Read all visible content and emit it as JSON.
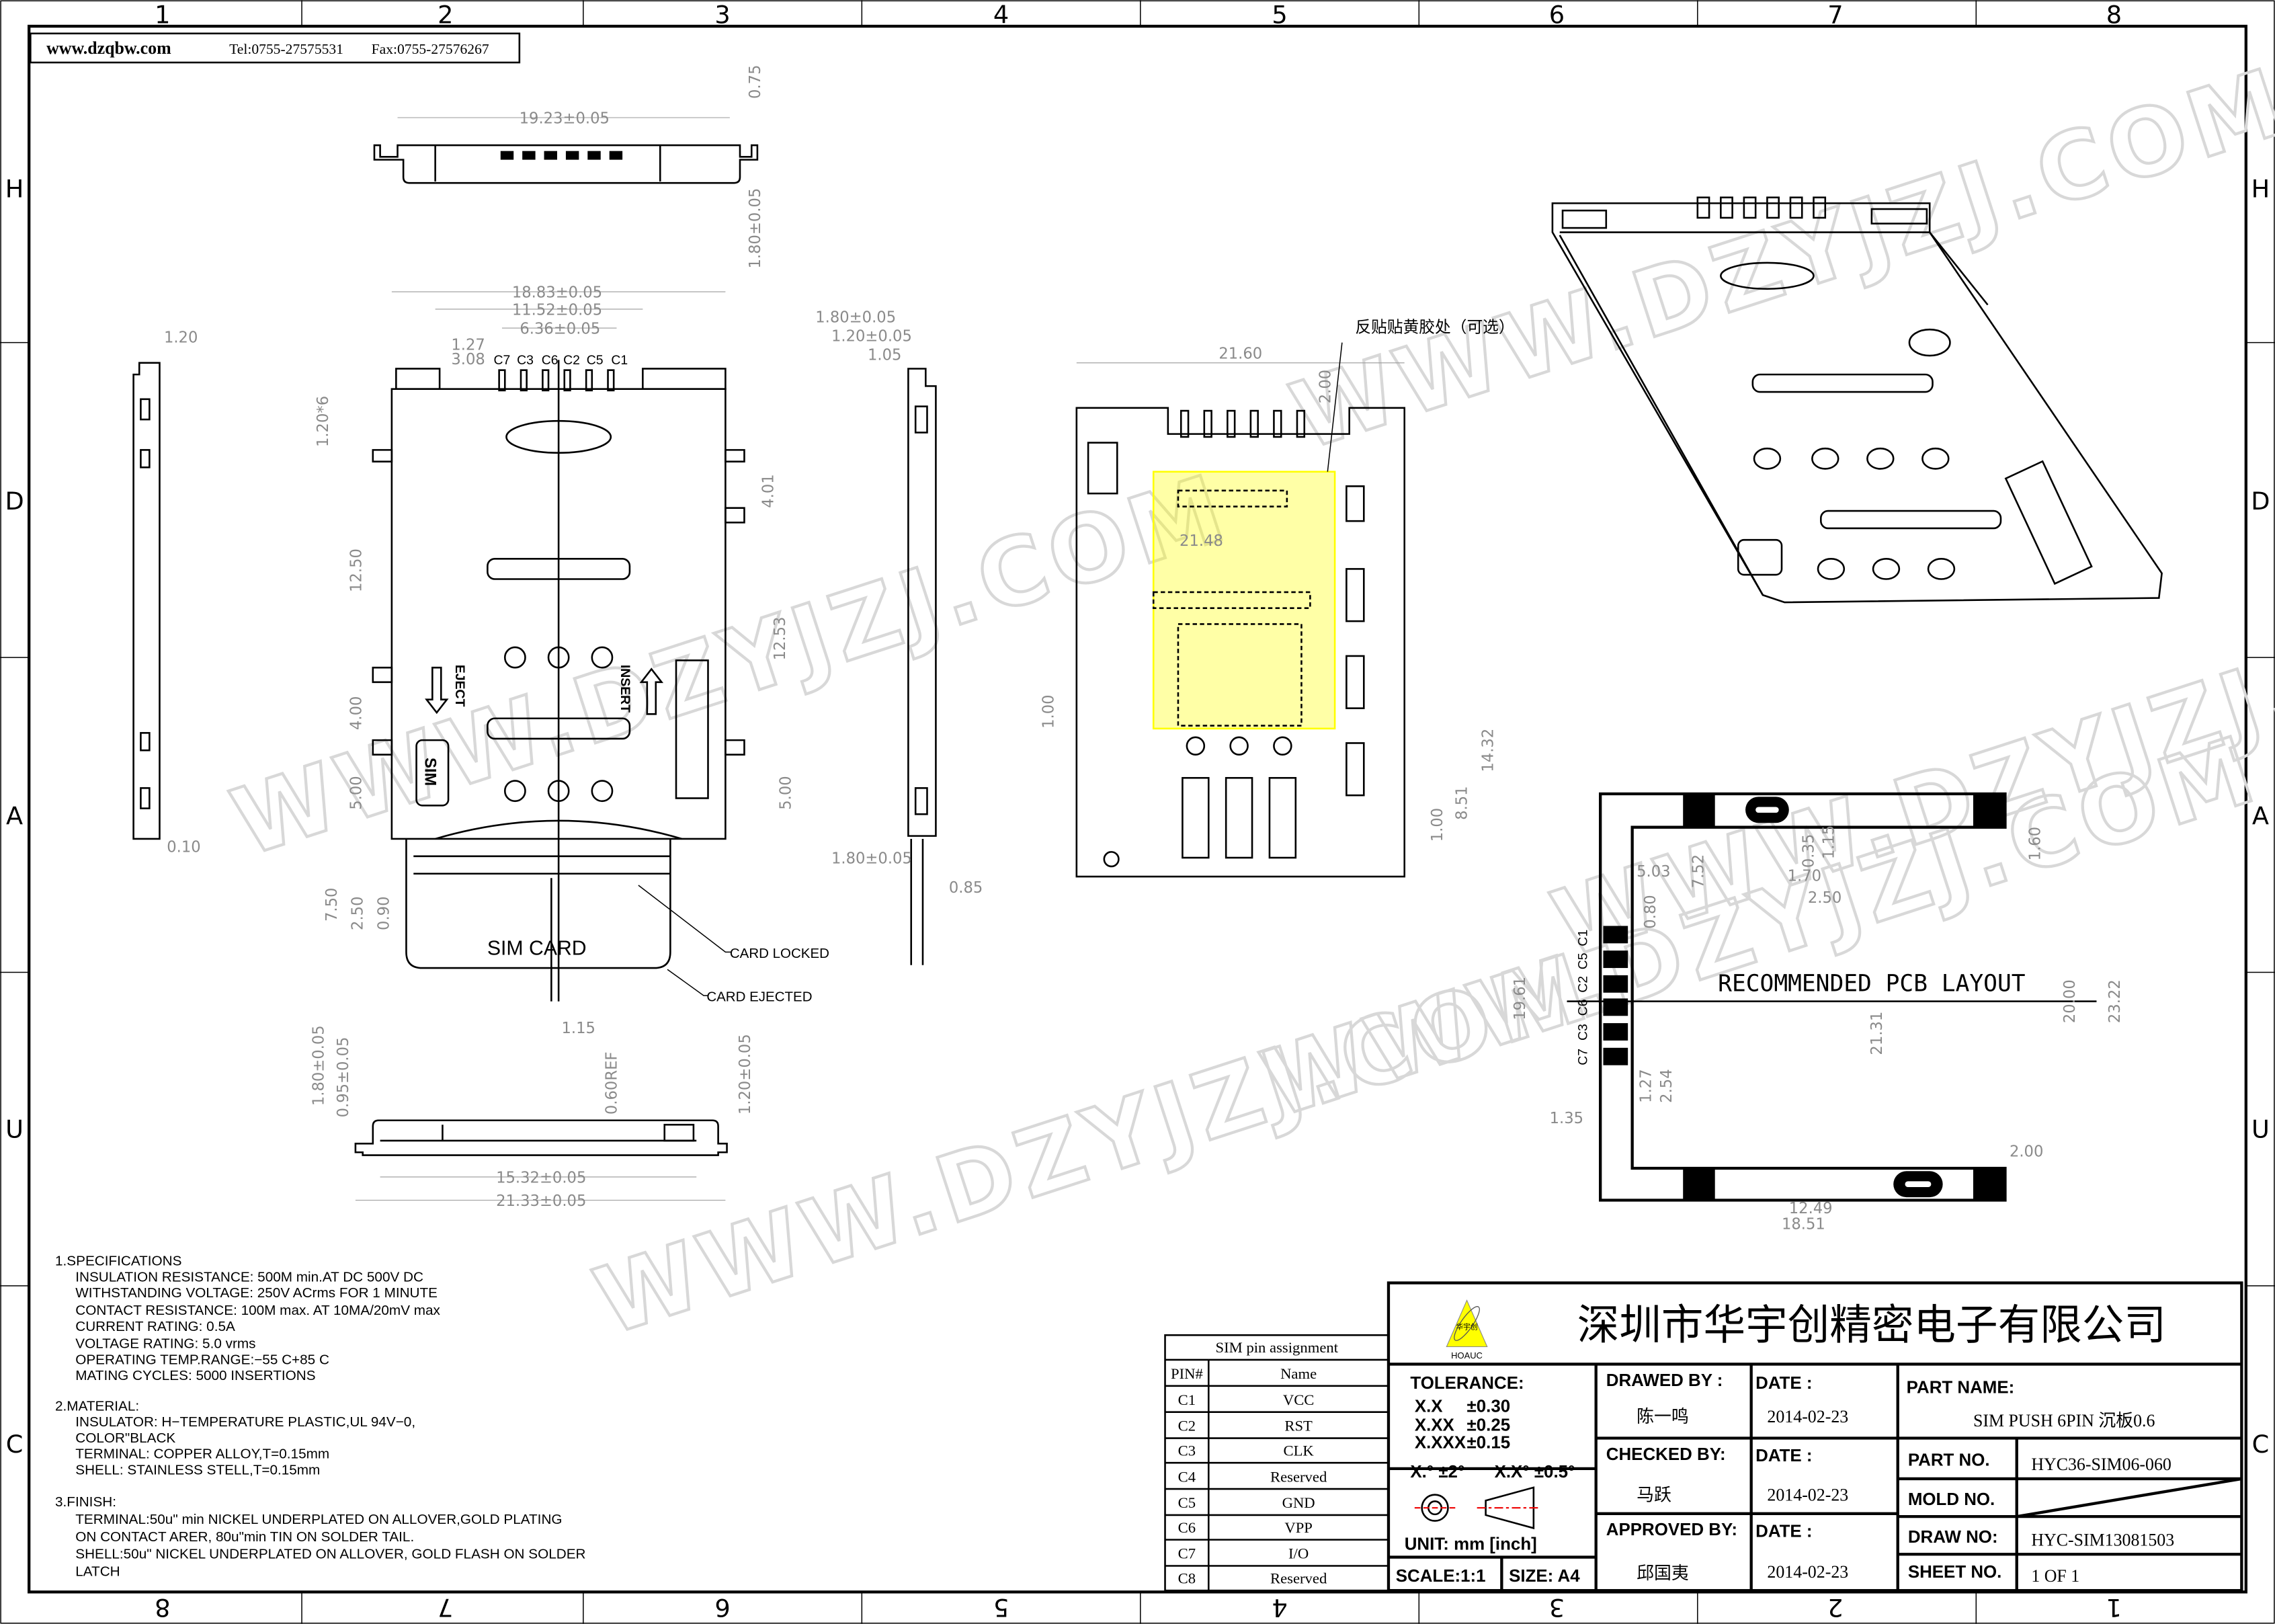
{
  "header": {
    "website": "www.dzqbw.com",
    "tel": "Tel:0755-27575531",
    "fax": "Fax:0755-27576267"
  },
  "frame": {
    "top_numbers": [
      "1",
      "2",
      "3",
      "4",
      "5",
      "6",
      "7",
      "8"
    ],
    "bottom_numbers": [
      "8",
      "7",
      "6",
      "5",
      "4",
      "3",
      "2",
      "1"
    ],
    "row_letters": [
      "H",
      "D",
      "A",
      "U",
      "C"
    ]
  },
  "watermark": "WWW.DZYJZJ.COM",
  "views": {
    "side_top": {
      "width": "19.23±0.05",
      "h1": "0.75",
      "h2": "1.80±0.05"
    },
    "top_view": {
      "w1": "18.83±0.05",
      "w2": "11.52±0.05",
      "w3": "6.36±0.05",
      "pitch": "1.27",
      "offset": "3.08",
      "pins": [
        "C7",
        "C3",
        "C6",
        "C2",
        "C5",
        "C1"
      ],
      "l1": "1.20*6",
      "l2": "12.50",
      "l3": "4.00",
      "l4": "5.00",
      "r1": "4.01",
      "r2": "12.53",
      "r3": "5.00",
      "c1": "7.50",
      "c2": "2.50",
      "c3": "0.90",
      "c4": "1.15",
      "eject": "EJECT",
      "insert": "INSERT",
      "sim": "SIM",
      "sim_card": "SIM CARD",
      "card_locked": "CARD  LOCKED",
      "card_ejected": "CARD  EJECTED"
    },
    "left_side": {
      "w": "1.20",
      "t": "0.10"
    },
    "bottom_side": {
      "h1": "1.80±0.05",
      "h2": "0.95±0.05",
      "ref": "0.60REF",
      "h3": "1.20±0.05",
      "w1": "15.32±0.05",
      "w2": "21.33±0.05"
    },
    "right_side": {
      "d1": "1.80±0.05",
      "d2": "1.20±0.05",
      "d3": "1.05",
      "d4": "1.80±0.05",
      "d5": "0.85"
    },
    "bottom_view": {
      "w": "21.60",
      "h": "2.00",
      "note": "反贴贴黄胶处（可选）",
      "inner": "21.48",
      "t": "1.00",
      "h2": "14.32",
      "h3": "8.51",
      "h4": "1.00"
    },
    "pcb": {
      "title": "RECOMMENDED PCB LAYOUT",
      "pins": [
        "C1",
        "C5",
        "C2",
        "C6",
        "C3",
        "C7"
      ],
      "d503": "5.03",
      "d752": "7.52",
      "d035": "0.35",
      "d115": "1.15",
      "d170": "1.70",
      "d250": "2.50",
      "d160": "1.60",
      "d080": "0.80",
      "d1961": "19.61",
      "d2000": "20.00",
      "d2322": "23.22",
      "d2131": "21.31",
      "d127": "1.27",
      "d254": "2.54",
      "d135": "1.35",
      "d200": "2.00",
      "d1249": "12.49",
      "d1851": "18.51"
    }
  },
  "specs": [
    {
      "title": "1.SPECIFICATIONS",
      "lines": [
        "INSULATION  RESISTANCE:  500M  min.AT  DC  500V  DC",
        "WITHSTANDING  VOLTAGE:    250V  ACrms  FOR  1  MINUTE",
        "CONTACT  RESISTANCE:  100M  max.  AT  10MA/20mV  max",
        "CURRENT  RATING:  0.5A",
        "VOLTAGE  RATING:  5.0  vrms",
        "OPERATING  TEMP.RANGE:−55  C+85  C",
        "MATING  CYCLES:  5000  INSERTIONS"
      ]
    },
    {
      "title": "2.MATERIAL:",
      "lines": [
        "INSULATOR:  H−TEMPERATURE  PLASTIC,UL  94V−0,",
        "COLOR\"BLACK",
        "TERMINAL:  COPPER  ALLOY,T=0.15mm",
        "SHELL:  STAINLESS  STELL,T=0.15mm"
      ]
    },
    {
      "title": "3.FINISH:",
      "lines": [
        "TERMINAL:50u\"  min  NICKEL  UNDERPLATED  ON  ALLOVER,GOLD  PLATING",
        "ON  CONTACT  ARER,  80u\"min  TIN  ON  SOLDER  TAIL.",
        "SHELL:50u\"  NICKEL  UNDERPLATED  ON  ALLOVER,  GOLD  FLASH  ON  SOLDER",
        "LATCH"
      ]
    }
  ],
  "pin_table": {
    "title": "SIM pin assignment",
    "headers": [
      "PIN#",
      "Name"
    ],
    "rows": [
      [
        "C1",
        "VCC"
      ],
      [
        "C2",
        "RST"
      ],
      [
        "C3",
        "CLK"
      ],
      [
        "C4",
        "Reserved"
      ],
      [
        "C5",
        "GND"
      ],
      [
        "C6",
        "VPP"
      ],
      [
        "C7",
        "I/O"
      ],
      [
        "C8",
        "Reserved"
      ]
    ]
  },
  "title_block": {
    "logo_text": "华宇创",
    "logo_brand": "HOAUC",
    "company": "深圳市华宇创精密电子有限公司",
    "tolerance_label": "TOLERANCE:",
    "tolerances": [
      [
        "X.X",
        "±0.30"
      ],
      [
        "X.XX",
        "±0.25"
      ],
      [
        "X.XXX",
        "±0.15"
      ]
    ],
    "angle_tol": [
      "X.°  ±2°",
      "X.X°  ±0.5°"
    ],
    "unit": "UNIT:  mm  [inch]",
    "scale": "SCALE:1:1",
    "size": "SIZE:  A4",
    "drawn_label": "DRAWED  BY :",
    "drawn_by": "陈一鸣",
    "checked_label": "CHECKED  BY:",
    "checked_by": "马跃",
    "approved_label": "APPROVED  BY:",
    "approved_by": "邱国夷",
    "date_label": "DATE  :",
    "dates": [
      "2014-02-23",
      "2014-02-23",
      "2014-02-23"
    ],
    "part_name_label": "PART  NAME:",
    "part_name": "SIM  PUSH  6PIN  沉板0.6",
    "part_no_label": "PART  NO.",
    "part_no": "HYC36-SIM06-060",
    "mold_no_label": "MOLD  NO.",
    "draw_no_label": "DRAW  NO:",
    "draw_no": "HYC-SIM13081503",
    "sheet_no_label": "SHEET  NO.",
    "sheet_no": "1  OF  1"
  },
  "colors": {
    "yellow_highlight": "#ffff00",
    "dimension_gray": "#8a8a8a",
    "line": "#000000"
  }
}
